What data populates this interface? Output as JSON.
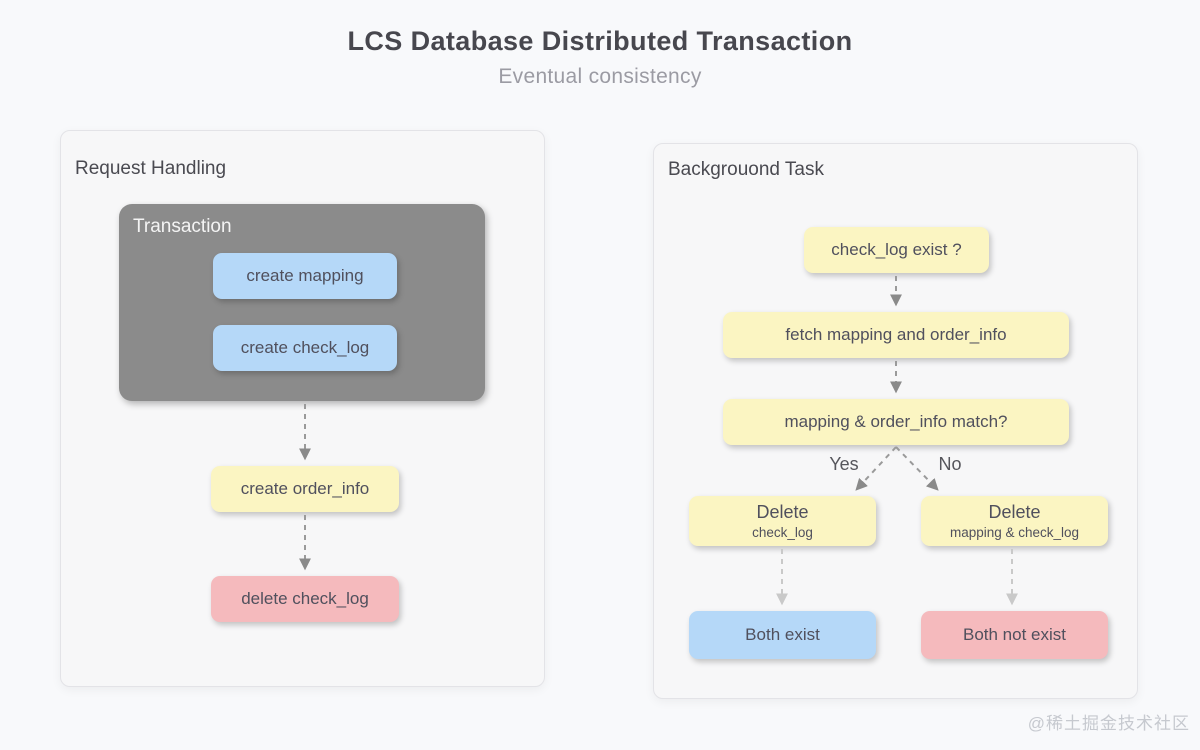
{
  "page": {
    "title": "LCS Database Distributed Transaction",
    "subtitle": "Eventual consistency",
    "watermark": "@稀土掘金技术社区"
  },
  "colors": {
    "page_bg": "#f8f9fb",
    "panel_bg": "#f7f7f8",
    "gray_box": "#8b8b8b",
    "blue": "#b5d8f8",
    "yellow": "#fbf5c2",
    "pink": "#f5babd",
    "arrow": "#9a9a9a",
    "arrow_light": "#c9c9c9"
  },
  "left_panel": {
    "title": "Request Handling",
    "transaction": {
      "label": "Transaction",
      "steps": [
        {
          "label": "create mapping"
        },
        {
          "label": "create check_log"
        }
      ]
    },
    "nodes": [
      {
        "label": "create order_info",
        "type": "yellow"
      },
      {
        "label": "delete check_log",
        "type": "pink"
      }
    ]
  },
  "right_panel": {
    "title": "Backgrouond Task",
    "nodes": [
      {
        "label": "check_log exist ?",
        "type": "yellow"
      },
      {
        "label": "fetch mapping and order_info",
        "type": "yellow"
      },
      {
        "label": "mapping & order_info match?",
        "type": "yellow"
      }
    ],
    "branch": {
      "yes_label": "Yes",
      "no_label": "No"
    },
    "yes_node": {
      "title": "Delete",
      "subtitle": "check_log"
    },
    "no_node": {
      "title": "Delete",
      "subtitle": "mapping & check_log"
    },
    "yes_result": {
      "label": "Both exist",
      "type": "blue"
    },
    "no_result": {
      "label": "Both not exist",
      "type": "pink"
    }
  }
}
